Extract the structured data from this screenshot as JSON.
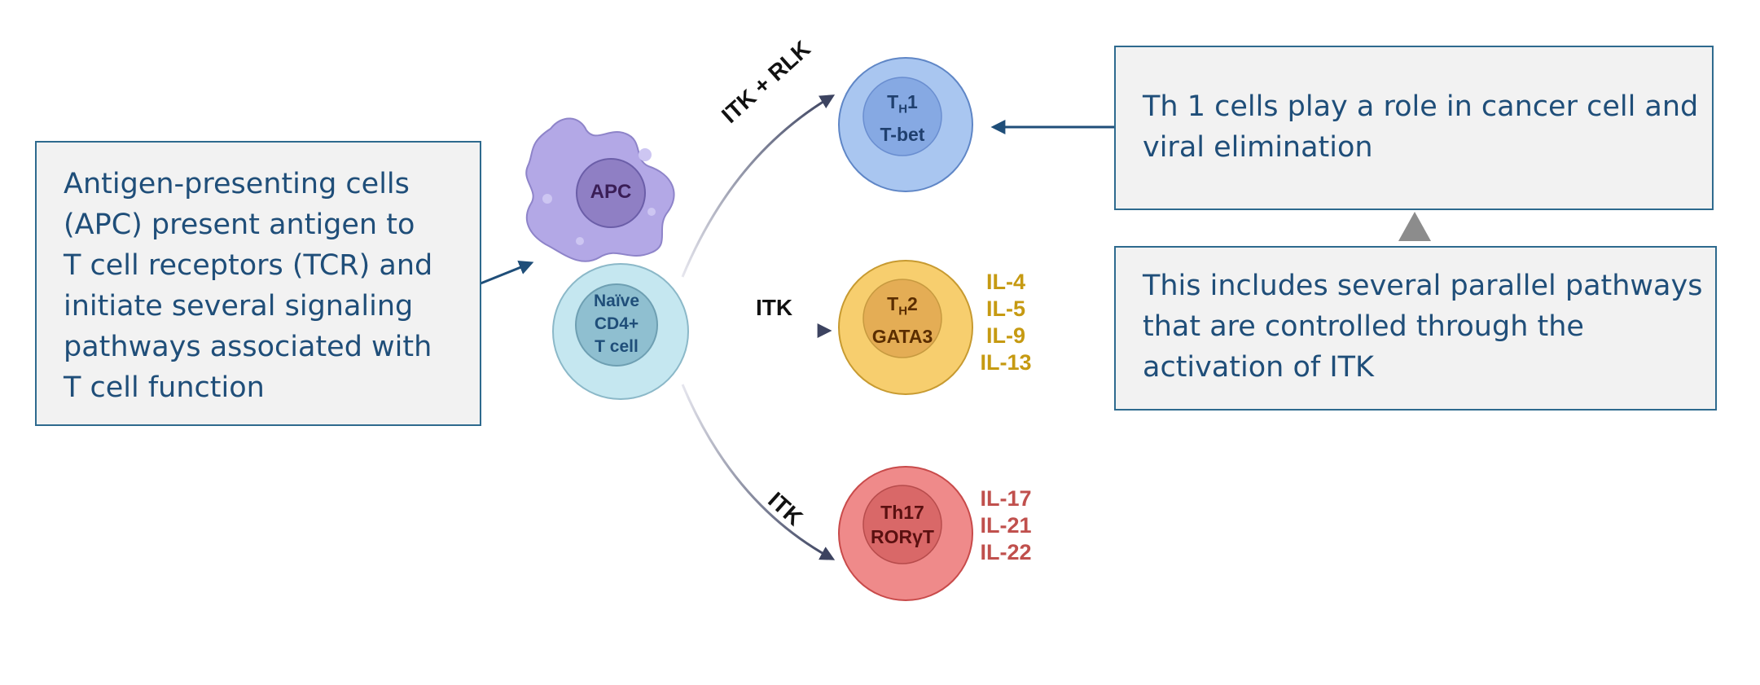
{
  "boxes": {
    "left": [
      "Antigen-presenting cells",
      "(APC) present antigen to",
      "T cell receptors (TCR) and",
      "initiate several signaling",
      "pathways associated with",
      "T cell function"
    ],
    "th1_note": [
      "Th 1 cells play a role in cancer cell and",
      "viral elimination"
    ],
    "itk_note": [
      "This includes several parallel pathways",
      "that are controlled through the",
      "activation of ITK"
    ]
  },
  "cells": {
    "apc": "APC",
    "naive": [
      "Naïve",
      "CD4+",
      "T cell"
    ],
    "th1": {
      "main": "T",
      "sub": "H",
      "suffix": "1",
      "factor": "T-bet"
    },
    "th2": {
      "main": "T",
      "sub": "H",
      "suffix": "2",
      "factor": "GATA3"
    },
    "th17": {
      "name": "Th17",
      "factor": "RORγT"
    }
  },
  "pathways": {
    "th1": "ITK + RLK",
    "th2": "ITK",
    "th17": "ITK"
  },
  "cytokines": {
    "th2": [
      "IL-4",
      "IL-5",
      "IL-9",
      "IL-13"
    ],
    "th17": [
      "IL-17",
      "IL-21",
      "IL-22"
    ]
  },
  "colors": {
    "box_text": "#1f4e79",
    "box_border": "#2e6a8e",
    "th1": "#a9c6f0",
    "th2": "#f7ce6e",
    "th17": "#ef8a8a",
    "naive": "#c5e7f0",
    "apc": "#b3a8e6",
    "th2_cytokines": "#c69a12",
    "th17_cytokines": "#c0504d"
  }
}
